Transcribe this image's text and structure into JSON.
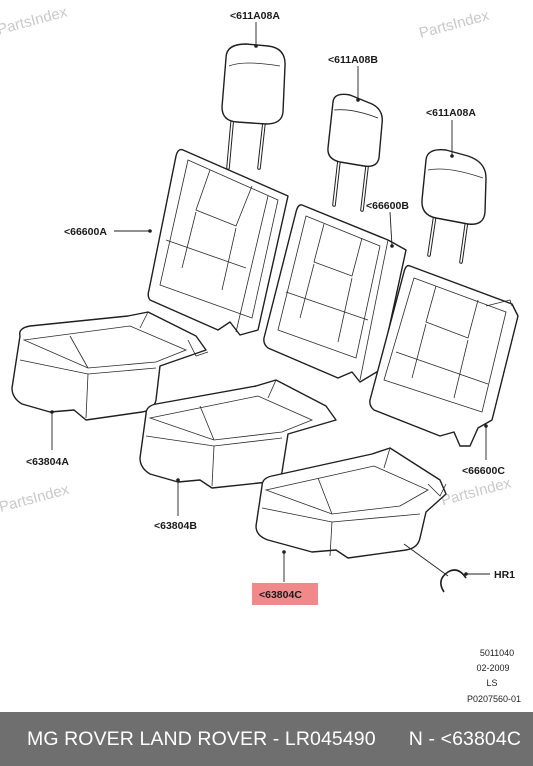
{
  "watermark": "PartsIndex",
  "labels": {
    "headrest_left": "<611A08A",
    "headrest_center": "<611A08B",
    "headrest_right": "<611A08A",
    "backrest_left": "<66600A",
    "backrest_center": "<66600B",
    "backrest_right": "<66600C",
    "cushion_left": "<63804A",
    "cushion_center": "<63804B",
    "cushion_right": "<63804C",
    "hinge_ring": "HR1"
  },
  "highlight_color": "#f08a8a",
  "drawing_meta": [
    "5011040",
    "02-2009",
    "LS",
    "P0207560-01"
  ],
  "footer": {
    "text": "MG ROVER LAND ROVER - LR045490      N - <63804C"
  }
}
